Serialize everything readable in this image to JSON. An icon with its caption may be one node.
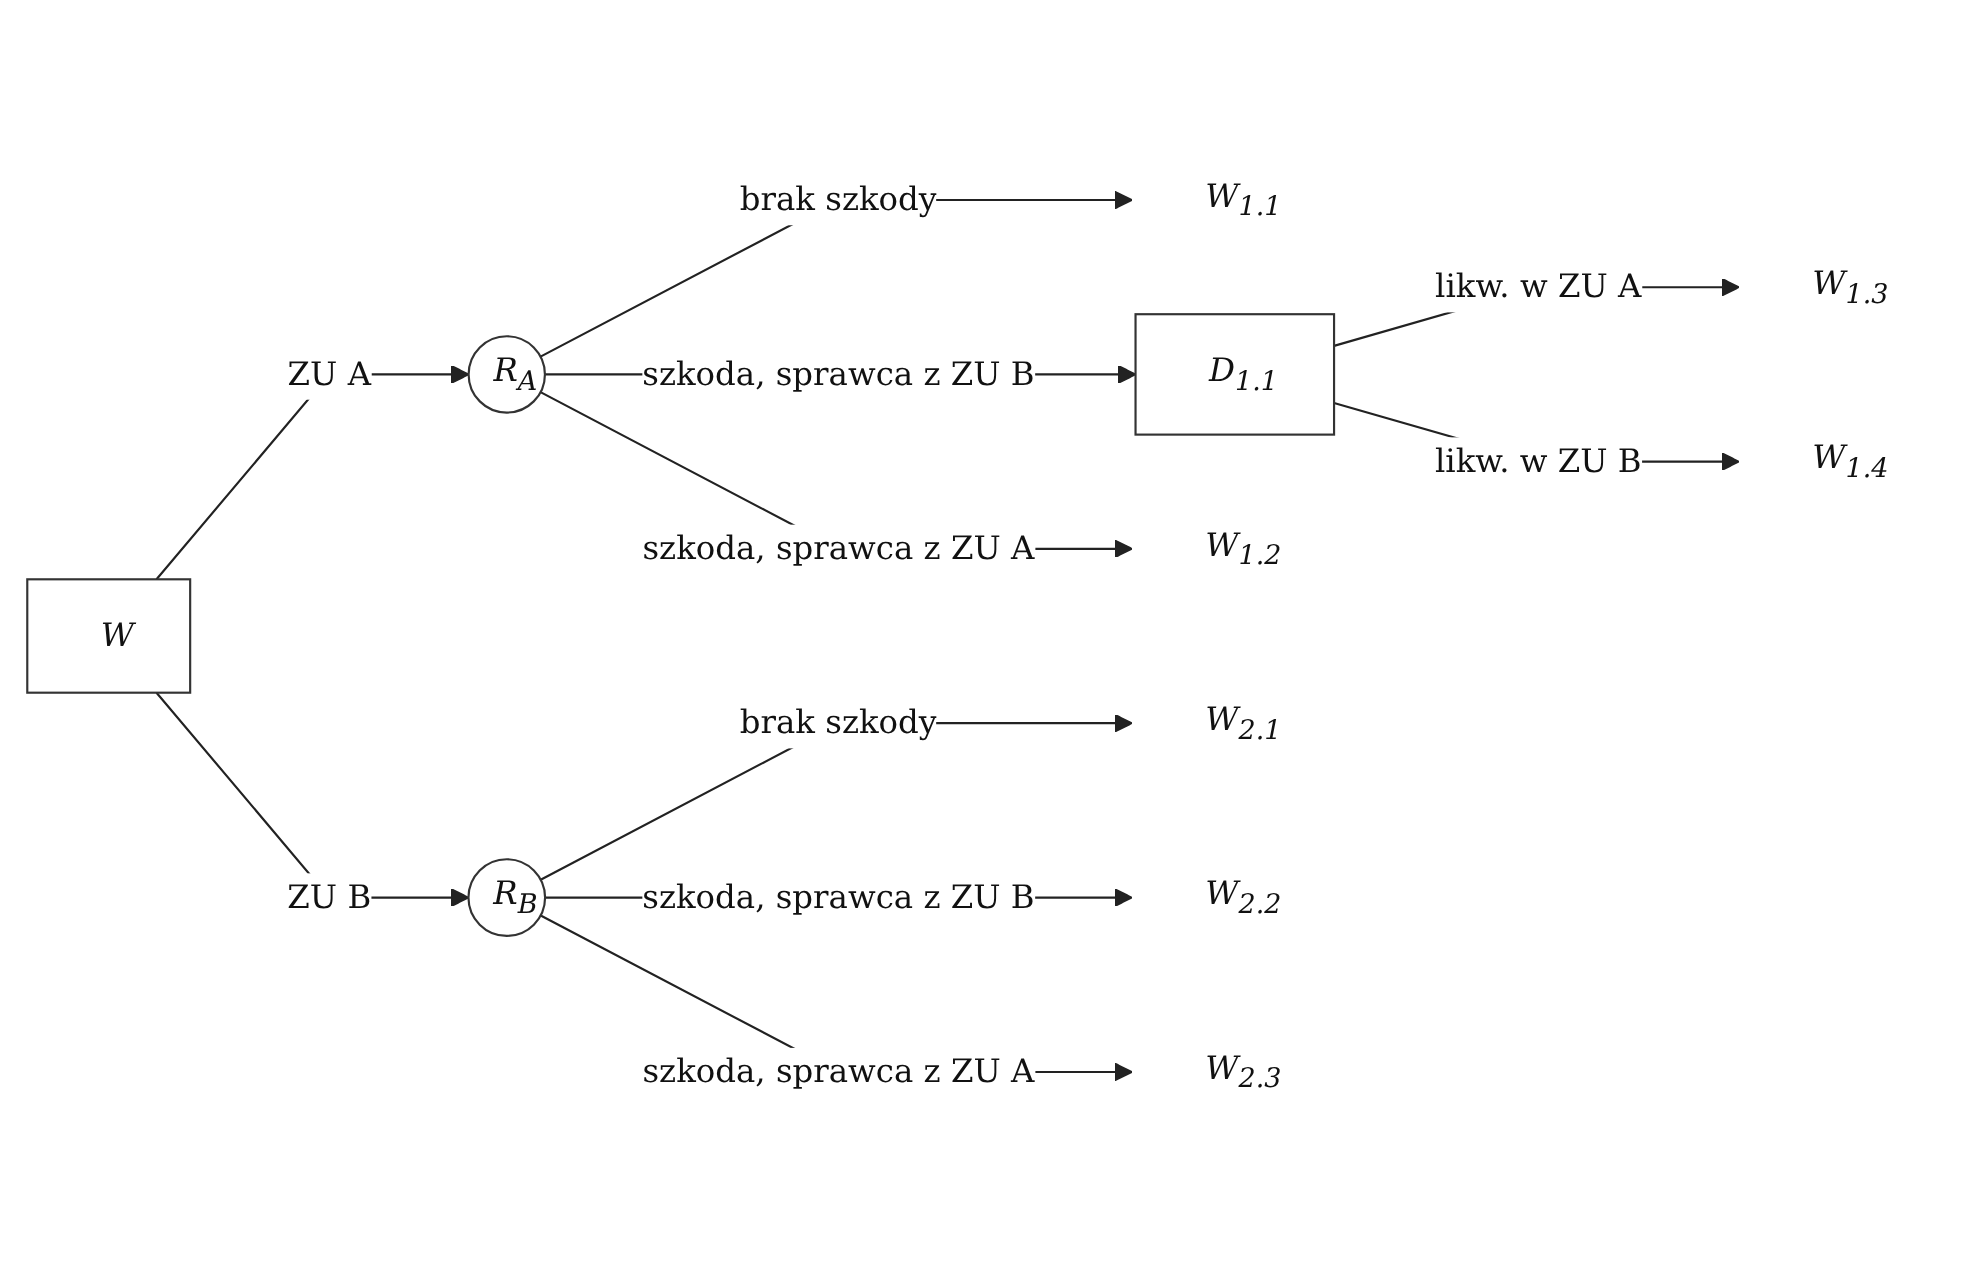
{
  "diagram": {
    "nodes": [
      {
        "text": [
          "W"
        ]
      },
      {
        "text": [
          "R$_{A}$"
        ]
      },
      {
        "text": [
          "W$_{1.1}$"
        ]
      },
      {
        "text": [
          "D$_{1.1}$"
        ]
      },
      {
        "text": [
          "W$_{1.2}$"
        ]
      },
      {
        "text": [
          "W$_{1.3}$"
        ]
      },
      {
        "text": [
          "W$_{1.4}$"
        ]
      },
      {
        "text": [
          "R$_{B}$"
        ]
      },
      {
        "text": [
          "W$_{2.1}$"
        ]
      },
      {
        "text": [
          "W$_{2.2}$"
        ]
      },
      {
        "text": [
          "W$_{2.3}$"
        ]
      }
    ],
    "edges": [
      {
        "from": 0,
        "to": 1,
        "arrow": "to",
        "label": "ZU A"
      },
      {
        "from": 0,
        "to": 7,
        "arrow": "to",
        "label": "ZU B"
      },
      {
        "from": 1,
        "to": 2,
        "arrow": "to",
        "label": "brak szkody"
      },
      {
        "from": 1,
        "to": 3,
        "arrow": "to",
        "label": "szkoda, sprawca z ZU B"
      },
      {
        "from": 1,
        "to": 4,
        "arrow": "to",
        "label": "szkoda, sprawca z ZU A"
      },
      {
        "from": 3,
        "to": 5,
        "arrow": "to",
        "label": "likw. w ZU A"
      },
      {
        "from": 3,
        "to": 6,
        "arrow": "to",
        "label": "likw. w ZU B"
      },
      {
        "from": 7,
        "to": 8,
        "arrow": "to",
        "label": "brak szkody"
      },
      {
        "from": 7,
        "to": 9,
        "arrow": "to",
        "label": "szkoda, sprawca z ZU B"
      },
      {
        "from": 7,
        "to": 10,
        "arrow": "to",
        "label": "szkoda, sprawca z ZU A"
      }
    ]
  }
}
